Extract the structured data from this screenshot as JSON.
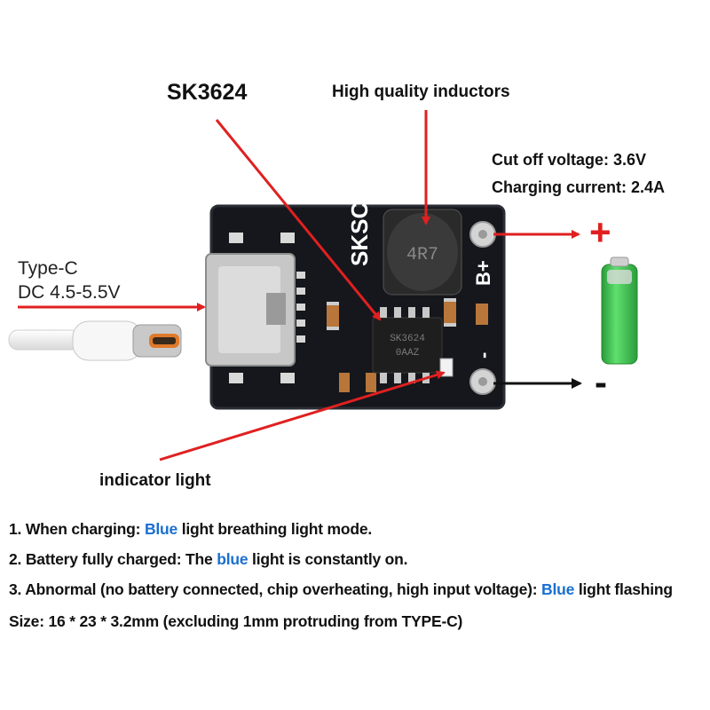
{
  "labels": {
    "chip": "SK3624",
    "inductors": "High quality inductors",
    "cutoff": "Cut off voltage: 3.6V",
    "current": "Charging current: 2.4A",
    "typec_line1": "Type-C",
    "typec_line2": "DC 4.5-5.5V",
    "plus": "+",
    "minus": "-",
    "indicator": "indicator light"
  },
  "board": {
    "brand": "SKSC",
    "inductor_code": "4R7",
    "chip_marking_1": "SK3624",
    "chip_marking_2": "0AAZ",
    "pad_plus": "B+",
    "pad_minus": "-"
  },
  "notes": [
    {
      "before": "1. When charging: ",
      "highlight": "Blue",
      "after": " light breathing light mode."
    },
    {
      "before": "2. Battery fully charged: The ",
      "highlight": "blue",
      "after": " light is constantly on."
    },
    {
      "before": "3. Abnormal (no battery connected, chip overheating, high input voltage): ",
      "highlight": "Blue",
      "after": " light flashing"
    }
  ],
  "size_note": "Size: 16 * 23 * 3.2mm (excluding 1mm protruding from TYPE-C)",
  "colors": {
    "highlight_blue": "#1a6fd0",
    "arrow_red": "#e02020",
    "board": "#15171c",
    "battery_green": "#3ec24f"
  }
}
